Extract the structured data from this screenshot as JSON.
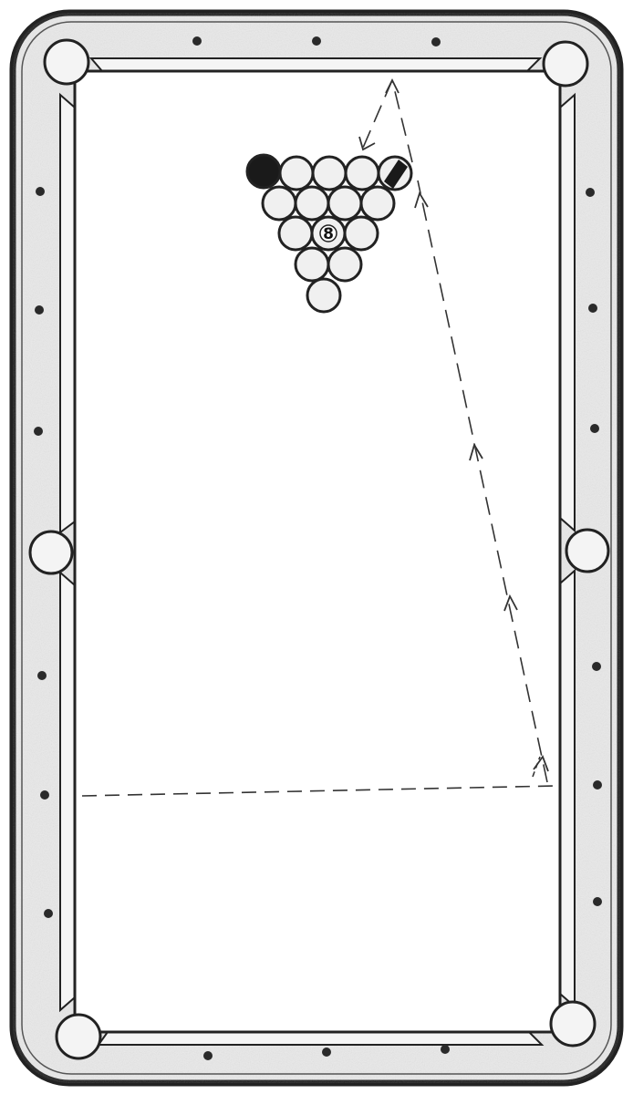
{
  "diagram": {
    "subject": "billiard-table-break-shot",
    "colors": {
      "frame_fill": "#e9e9e9",
      "outline": "#222222",
      "felt": "#ffffff",
      "solid_ball": "#1a1a1a",
      "ball_fill": "#f0f0f0",
      "diamond": "#2a2a2a",
      "path_line": "#333333"
    },
    "balls": {
      "rack_rows": [
        5,
        4,
        3,
        2,
        1
      ],
      "labels": [
        {
          "text": "8"
        }
      ],
      "solid_positions": [
        1
      ],
      "striped_positions": [
        5
      ]
    },
    "cue_path": {
      "style": "dashed",
      "segments": 4,
      "arrowheads": 6
    },
    "head_string": {
      "style": "dashed"
    },
    "pockets": [
      "top-left",
      "top-right",
      "middle-left",
      "middle-right",
      "bottom-left",
      "bottom-right"
    ],
    "diamonds_per_long_rail": 6,
    "diamonds_per_short_rail": 3
  }
}
